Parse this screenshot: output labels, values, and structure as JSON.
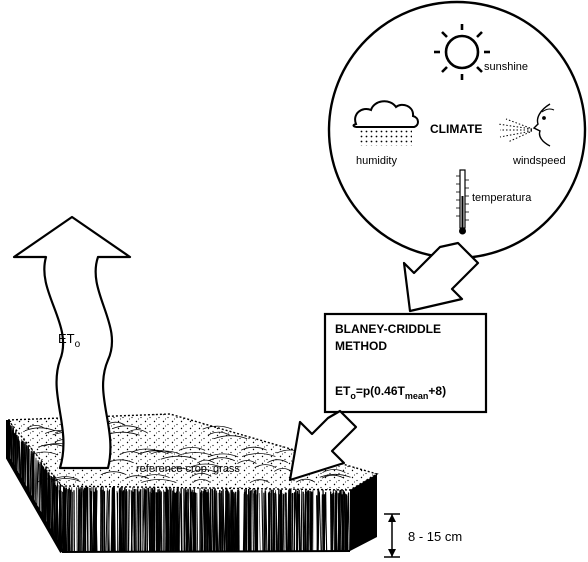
{
  "climate": {
    "title": "CLIMATE",
    "factors": {
      "sunshine": "sunshine",
      "humidity": "humidity",
      "windspeed": "windspeed",
      "temperature": "temperatura"
    }
  },
  "method": {
    "line1": "BLANEY-CRIDDLE",
    "line2": "METHOD",
    "formula": {
      "lhs_main": "ET",
      "lhs_sub": "o",
      "rhs_start": "=p(0.46T",
      "rhs_sub": "mean",
      "rhs_end": "+8)"
    }
  },
  "evapotranspiration": {
    "main": "ET",
    "sub": "o"
  },
  "crop": {
    "label": "reference crop: grass",
    "height": "8 - 15 cm"
  },
  "colors": {
    "ink": "#000000",
    "paper": "#ffffff"
  }
}
